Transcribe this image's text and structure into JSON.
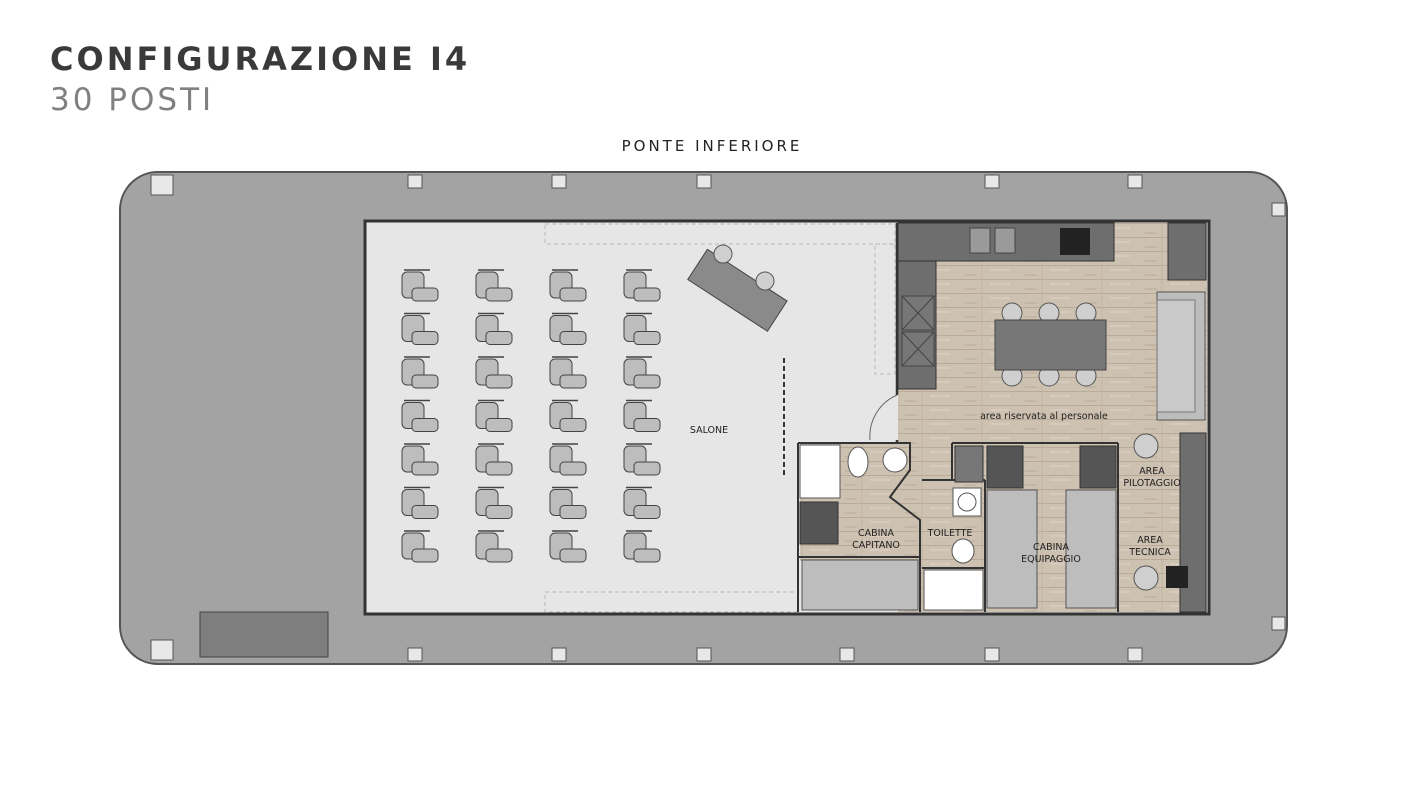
{
  "header": {
    "title": "CONFIGURAZIONE I4",
    "subtitle": "30 POSTI"
  },
  "deck": {
    "name": "PONTE INFERIORE"
  },
  "rooms": {
    "salone": "SALONE",
    "staff_area": "area riservata al personale",
    "piloting_area_line1": "AREA",
    "piloting_area_line2": "PILOTAGGIO",
    "captain_cabin_line1": "CABINA",
    "captain_cabin_line2": "CAPITANO",
    "toilet": "TOILETTE",
    "crew_cabin_line1": "CABINA",
    "crew_cabin_line2": "EQUIPAGGIO",
    "technical_area_line1": "AREA",
    "technical_area_line2": "TECNICA"
  },
  "seating": {
    "total_seats": 30,
    "columns": 4,
    "rows": 7
  },
  "colors": {
    "hull": "#a0a0a0",
    "salone_floor": "#e6e6e6",
    "wood_floor": "#cbbfaf",
    "walls": "#3a3a3a",
    "chair": "#bdbdbd",
    "furniture": "#7a7a7a"
  }
}
